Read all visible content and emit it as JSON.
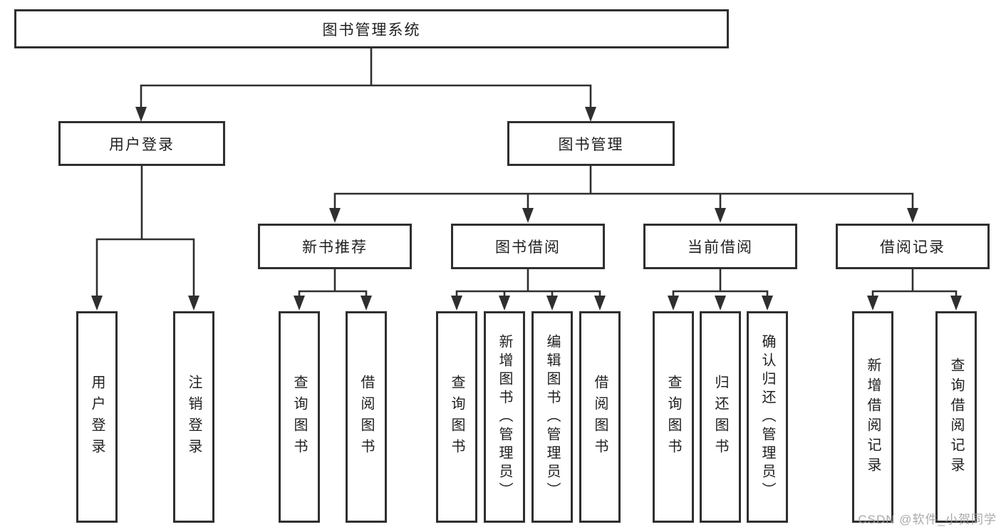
{
  "diagram": {
    "type": "hierarchy",
    "tree": {
      "root": "图书管理系统",
      "children": [
        {
          "label": "用户登录",
          "leaves": [
            "用户登录",
            "注销登录"
          ]
        },
        {
          "label": "图书管理",
          "children": [
            {
              "label": "新书推荐",
              "leaves": [
                "查询图书",
                "借阅图书"
              ]
            },
            {
              "label": "图书借阅",
              "leaves": [
                "查询图书",
                "新增图书（管理员）",
                "编辑图书（管理员）",
                "借阅图书"
              ]
            },
            {
              "label": "当前借阅",
              "leaves": [
                "查询图书",
                "归还图书",
                "确认归还（管理员）"
              ]
            },
            {
              "label": "借阅记录",
              "leaves": [
                "新增借阅记录",
                "查询借阅记录"
              ]
            }
          ]
        }
      ]
    },
    "colors": {
      "line": "#2f2f2f",
      "box_border": "#2f2f2f",
      "text": "#1f1f1f",
      "background": "#ffffff",
      "watermark": "#9e9e9e"
    }
  },
  "watermark": {
    "text": "CSDN @软件_小贺同学"
  }
}
